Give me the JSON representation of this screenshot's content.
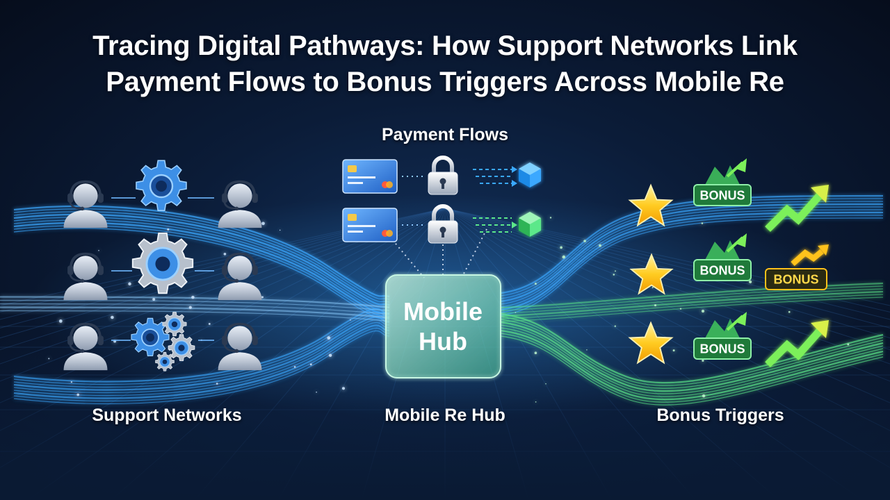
{
  "title": {
    "line1": "Tracing Digital Pathways: How Support Networks Link",
    "line2": "Payment Flows to Bonus Triggers Across Mobile Re"
  },
  "sections": {
    "payment_flows": "Payment Flows",
    "support_networks": "Support Networks",
    "hub": "Mobile Re Hub",
    "bonus_triggers": "Bonus Triggers"
  },
  "hub": {
    "line1": "Mobile",
    "line2": "Hub"
  },
  "badges": {
    "bonus": "BONUS"
  },
  "icons": {
    "agent": "headset-agent-icon",
    "gear": "gear-icon",
    "card": "credit-card-icon",
    "lock": "padlock-icon",
    "cube": "cube-icon",
    "star": "star-icon",
    "arrow": "trend-up-arrow-icon"
  },
  "colors": {
    "blue_flow": "#3aa8ff",
    "green_flow": "#5ce88a",
    "gold": "#ffc21a",
    "hub_fill": "#9fe6c4"
  }
}
